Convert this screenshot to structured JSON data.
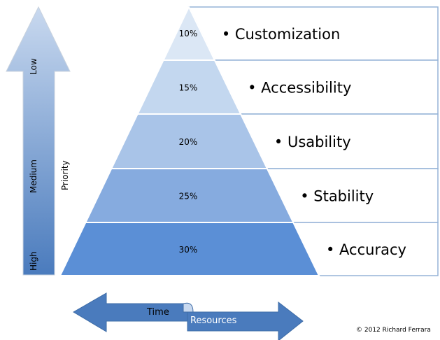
{
  "pyramid": {
    "tiers": [
      {
        "percent": "10%",
        "label": "Customization",
        "fill": "#dbe7f5"
      },
      {
        "percent": "15%",
        "label": "Accessibility",
        "fill": "#c3d7ef"
      },
      {
        "percent": "20%",
        "label": "Usability",
        "fill": "#a9c4e8"
      },
      {
        "percent": "25%",
        "label": "Stability",
        "fill": "#86abdf"
      },
      {
        "percent": "30%",
        "label": "Accuracy",
        "fill": "#5b8fd6"
      }
    ],
    "bullet": "•"
  },
  "priority_axis": {
    "title": "Priority",
    "low": "Low",
    "medium": "Medium",
    "high": "High"
  },
  "bottom_arrow": {
    "time": "Time",
    "resources": "Resources"
  },
  "copyright": "© 2012 Richard Ferrara",
  "colors": {
    "arrow_dark": "#4a7bbd",
    "arrow_light": "#c9d9ef",
    "box_border": "#95b3d7"
  }
}
